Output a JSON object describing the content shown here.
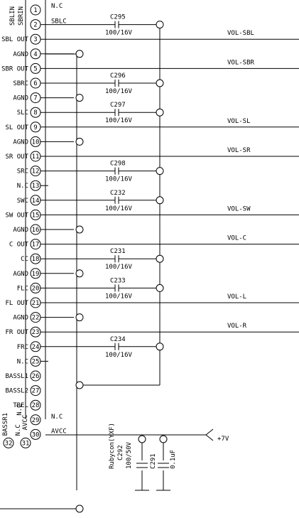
{
  "pins": [
    {
      "num": "1",
      "name": "SBLIN",
      "ext": "N.C"
    },
    {
      "num": "2",
      "name": "SBRIN",
      "ext": "SBLC"
    },
    {
      "num": "3",
      "name": "SBL OUT",
      "net": "VOL-SBL"
    },
    {
      "num": "4",
      "name": "AGND"
    },
    {
      "num": "5",
      "name": "SBR OUT",
      "net": "VOL-SBR"
    },
    {
      "num": "6",
      "name": "SBRC"
    },
    {
      "num": "7",
      "name": "AGND"
    },
    {
      "num": "8",
      "name": "SLC"
    },
    {
      "num": "9",
      "name": "SL OUT",
      "net": "VOL-SL"
    },
    {
      "num": "10",
      "name": "AGND"
    },
    {
      "num": "11",
      "name": "SR OUT",
      "net": "VOL-SR"
    },
    {
      "num": "12",
      "name": "SRC"
    },
    {
      "num": "13",
      "name": "N.C"
    },
    {
      "num": "14",
      "name": "SWC"
    },
    {
      "num": "15",
      "name": "SW OUT",
      "net": "VOL-SW"
    },
    {
      "num": "16",
      "name": "AGND"
    },
    {
      "num": "17",
      "name": "C OUT",
      "net": "VOL-C"
    },
    {
      "num": "18",
      "name": "CC"
    },
    {
      "num": "19",
      "name": "AGND"
    },
    {
      "num": "20",
      "name": "FLC"
    },
    {
      "num": "21",
      "name": "FL OUT",
      "net": "VOL-L"
    },
    {
      "num": "22",
      "name": "AGND"
    },
    {
      "num": "23",
      "name": "FR OUT",
      "net": "VOL-R"
    },
    {
      "num": "24",
      "name": "FRC"
    },
    {
      "num": "25",
      "name": "N.C"
    },
    {
      "num": "26",
      "name": "BASSL1"
    },
    {
      "num": "27",
      "name": "BASSL2"
    },
    {
      "num": "28",
      "name": "TREL"
    },
    {
      "num": "29",
      "name": "N.C",
      "ext": "N.C"
    },
    {
      "num": "30",
      "name": "AVCC",
      "ext": "AVCC"
    },
    {
      "num": "31",
      "name": "N.C"
    },
    {
      "num": "32",
      "name": "BASSR1"
    }
  ],
  "capacitors": [
    {
      "ref": "C295",
      "value": "100/16V"
    },
    {
      "ref": "C296",
      "value": "100/16V"
    },
    {
      "ref": "C297",
      "value": "100/16V"
    },
    {
      "ref": "C298",
      "value": "100/16V"
    },
    {
      "ref": "C232",
      "value": "100/16V"
    },
    {
      "ref": "C231",
      "value": "100/16V"
    },
    {
      "ref": "C233",
      "value": "100/16V"
    },
    {
      "ref": "C234",
      "value": "100/16V"
    }
  ],
  "power": {
    "supply": "+7V",
    "c292_ref": "C292",
    "c292_value": "100/50V",
    "c292_maker": "Rubycon(YXF)",
    "c291_ref": "C291",
    "c291_value": "0.1uF"
  }
}
